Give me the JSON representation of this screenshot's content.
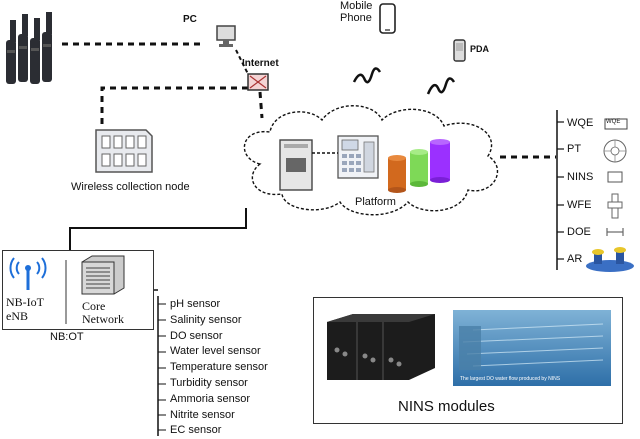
{
  "devices": {
    "pc": "PC",
    "internet": "Internet",
    "mobile_phone_line1": "Mobile",
    "mobile_phone_line2": "Phone",
    "pda": "PDA",
    "wireless_node": "Wireless collection node",
    "platform": "Platform"
  },
  "network": {
    "nbiot_line1": "NB-IoT",
    "nbiot_line2": "eNB",
    "core_line1": "Core",
    "core_line2": "Network",
    "nbot": "NB:OT"
  },
  "sensors": [
    "pH sensor",
    "Salinity sensor",
    "DO sensor",
    "Water level sensor",
    "Temperature sensor",
    "Turbidity sensor",
    "Ammoria sensor",
    "Nitrite sensor",
    "EC sensor"
  ],
  "equipment": [
    "WQE",
    "PT",
    "NINS",
    "WFE",
    "DOE",
    "AR"
  ],
  "wqe_device_text": "WQE",
  "nins": {
    "title": "NINS modules",
    "photo_caption": "The largest DO water flow produced by NINS"
  },
  "colors": {
    "cylinder_orange": "#d2691e",
    "cylinder_green": "#7ed957",
    "cylinder_purple": "#9b30ff",
    "signal_blue": "#1e6fd9"
  }
}
